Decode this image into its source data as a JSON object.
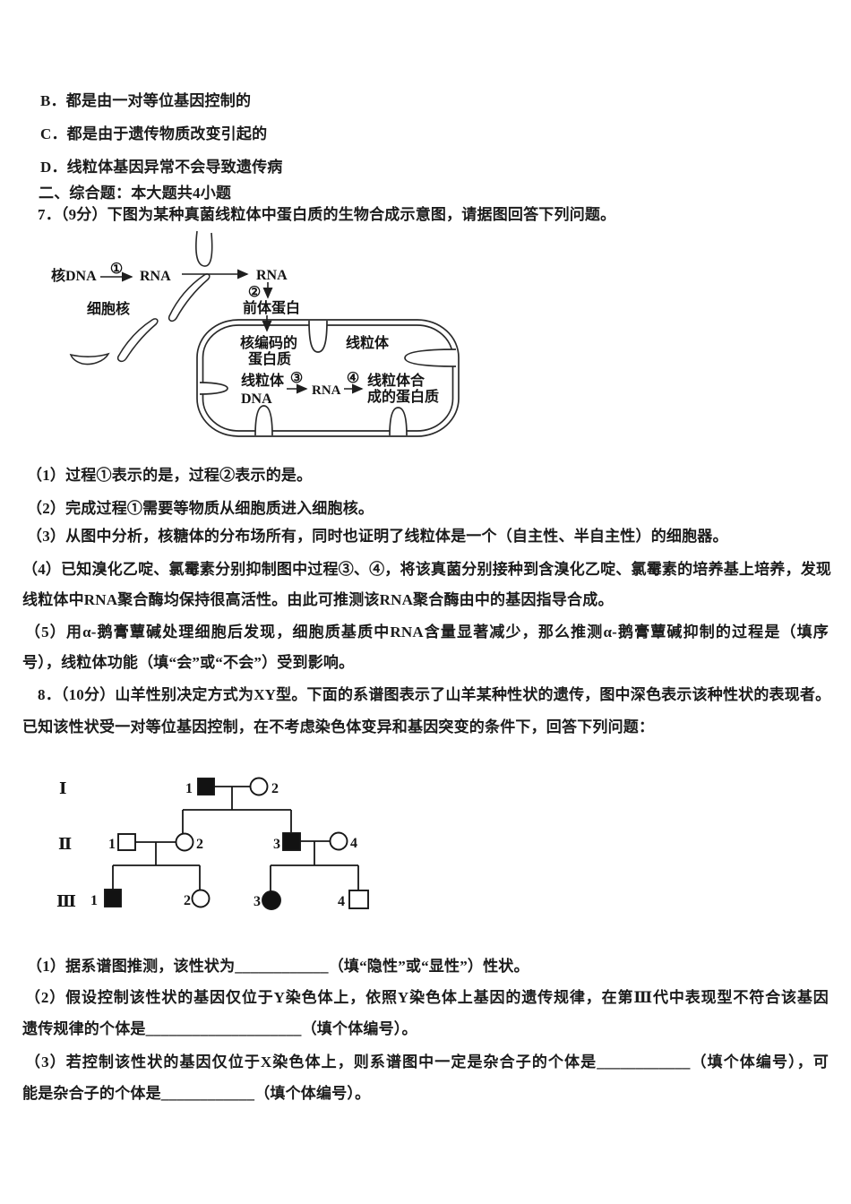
{
  "document": {
    "options": [
      "B．都是由一对等位基因控制的",
      "C．都是由于遗传物质改变引起的",
      "D．线粒体基因异常不会导致遗传病"
    ],
    "section_header": "二、综合题：本大题共4小题",
    "q7": {
      "stem": "7．（9分）下图为某种真菌线粒体中蛋白质的生物合成示意图，请据图回答下列问题。",
      "sub1": "（1）过程①表示的是，过程②表示的是。",
      "sub2": "（2）完成过程①需要等物质从细胞质进入细胞核。",
      "sub3": "（3）从图中分析，核糖体的分布场所有，同时也证明了线粒体是一个（自主性、半自主性）的细胞器。",
      "sub4_line1": "（4）已知溴化乙啶、氯霉素分别抑制图中过程③、④，将该真菌分别接种到含溴化乙啶、氯霉素的培养基上培养，发现",
      "sub4_line2": "线粒体中RNA聚合酶均保持很高活性。由此可推测该RNA聚合酶由中的基因指导合成。",
      "sub5_line1": "（5）用α-鹅膏蕈碱处理细胞后发现，细胞质基质中RNA含量显著减少，那么推测α-鹅膏蕈碱抑制的过程是（填序",
      "sub5_line2": "号），线粒体功能（填“会”或“不会”）受到影响。"
    },
    "diagram7": {
      "nucleus_dna": "核DNA",
      "step1": "①",
      "rna1": "RNA",
      "rna2": "RNA",
      "step2": "②",
      "precursor_protein": "前体蛋白",
      "nucleus": "细胞核",
      "nuclear_encoded_line1": "核编码的",
      "nuclear_encoded_line2": "蛋白质",
      "mitochondrion": "线粒体",
      "mito_dna_line1": "线粒体",
      "mito_dna_line2": "DNA",
      "step3": "③",
      "rna3": "RNA",
      "step4": "④",
      "mito_protein_line1": "线粒体合",
      "mito_protein_line2": "成的蛋白质"
    },
    "q8": {
      "stem_line1": "8．（10分）山羊性别决定方式为XY型。下面的系谱图表示了山羊某种性状的遗传，图中深色表示该种性状的表现者。",
      "stem_line2": "已知该性状受一对等位基因控制，在不考虑染色体变异和基因突变的条件下，回答下列问题：",
      "sub1": "（1）据系谱图推测，该性状为____________（填“隐性”或“显性”）性状。",
      "sub2_line1": "（2）假设控制该性状的基因仅位于Y染色体上，依照Y染色体上基因的遗传规律，在第Ⅲ代中表现型不符合该基因",
      "sub2_line2": "遗传规律的个体是____________________（填个体编号）。",
      "sub3_line1": "（3）若控制该性状的基因仅位于X染色体上，则系谱图中一定是杂合子的个体是____________（填个体编号），可",
      "sub3_line2": "能是杂合子的个体是____________（填个体编号）。"
    },
    "pedigree": {
      "gen_labels": [
        "Ⅰ",
        "Ⅱ",
        "Ⅲ"
      ],
      "individuals": {
        "i1": "1",
        "i2": "2",
        "ii1": "1",
        "ii2": "2",
        "ii3": "3",
        "ii4": "4",
        "iii1": "1",
        "iii2": "2",
        "iii3": "3",
        "iii4": "4"
      }
    }
  }
}
